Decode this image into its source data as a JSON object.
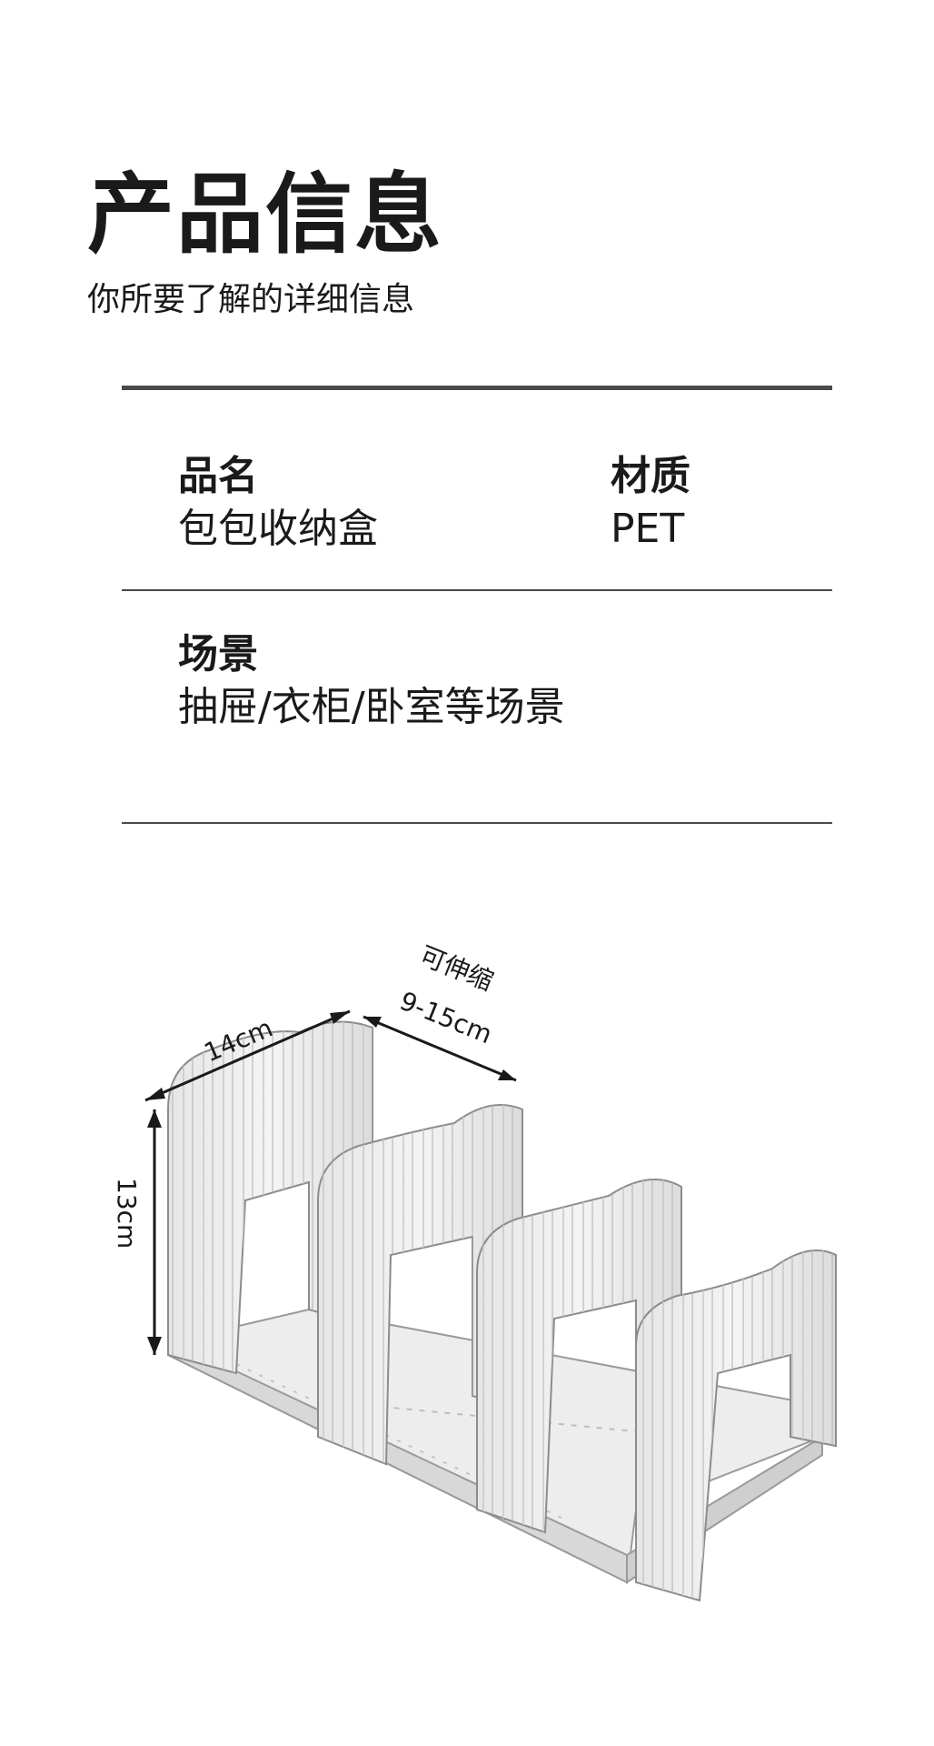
{
  "header": {
    "title": "产品信息",
    "subtitle": "你所要了解的详细信息"
  },
  "specs": [
    {
      "label": "品名",
      "value": "包包收纳盒"
    },
    {
      "label": "材质",
      "value": "PET"
    },
    {
      "label": "场景",
      "value": "抽屉/衣柜/卧室等场景"
    }
  ],
  "dimensions": {
    "depth": "14cm",
    "height": "13cm",
    "adjust_caption": "可伸缩",
    "adjust_range": "9-15cm"
  }
}
